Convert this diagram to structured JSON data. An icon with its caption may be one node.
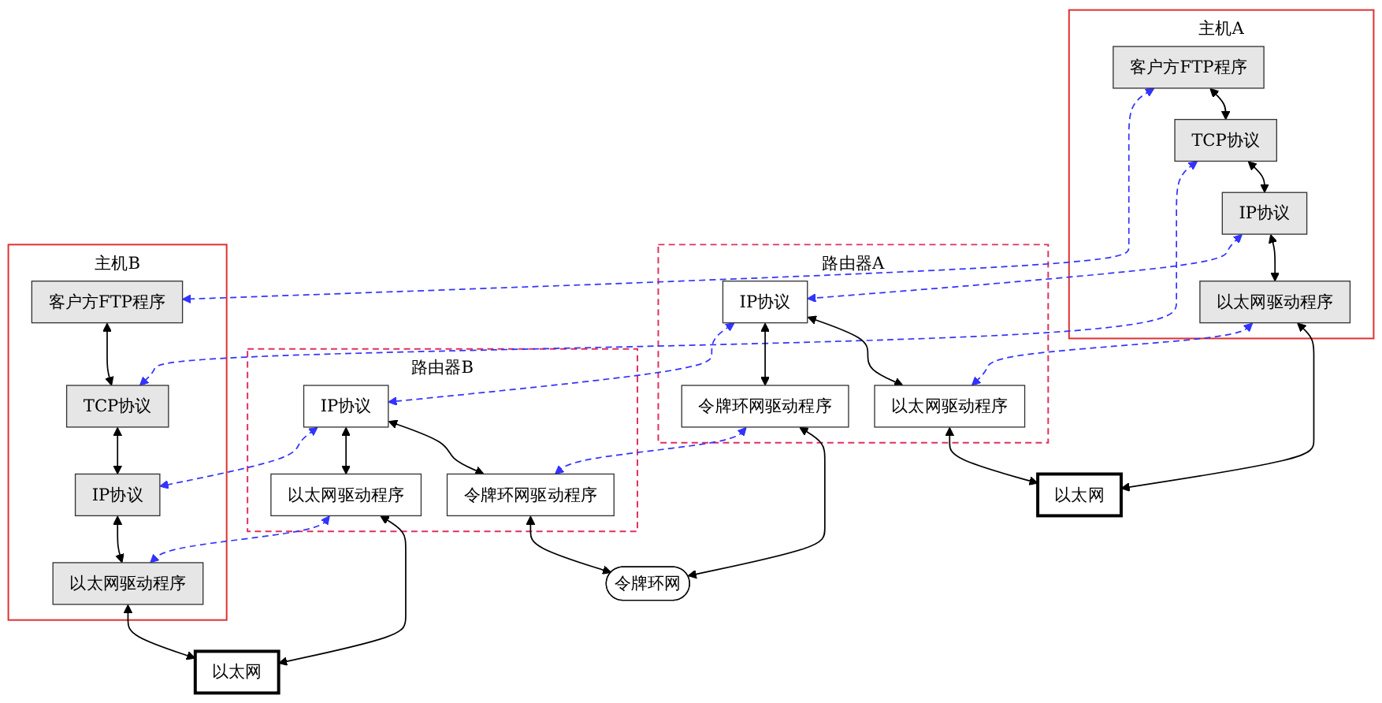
{
  "diagram": {
    "nodes": [
      {
        "text": [
          "主机A"
        ]
      },
      {
        "text": [
          "客户方FTP程序"
        ],
        "in": 0
      },
      {
        "text": [
          "TCP协议"
        ],
        "in": 0
      },
      {
        "text": [
          "IP协议"
        ],
        "in": 0
      },
      {
        "text": [
          "以太网驱动程序"
        ],
        "in": 0
      },
      {
        "text": [
          "路由器A"
        ]
      },
      {
        "text": [
          "IP协议"
        ],
        "in": 5
      },
      {
        "text": [
          "以太网驱动程序"
        ],
        "in": 5
      },
      {
        "text": [
          "令牌环网驱动程序"
        ],
        "in": 5
      },
      {
        "text": [
          "路由器B"
        ]
      },
      {
        "text": [
          "IP协议"
        ],
        "in": 9
      },
      {
        "text": [
          "令牌环网驱动程序"
        ],
        "in": 9
      },
      {
        "text": [
          "以太网驱动程序"
        ],
        "in": 9
      },
      {
        "text": [
          "主机B"
        ]
      },
      {
        "text": [
          "客户方FTP程序"
        ],
        "in": 13
      },
      {
        "text": [
          "TCP协议"
        ],
        "in": 13
      },
      {
        "text": [
          "IP协议"
        ],
        "in": 13
      },
      {
        "text": [
          "以太网驱动程序"
        ],
        "in": 13
      },
      {
        "text": [
          "以太网"
        ]
      },
      {
        "text": [
          "令牌环网"
        ]
      },
      {
        "text": [
          "以太网"
        ]
      }
    ],
    "edges": [
      {
        "from": 1,
        "to": 2,
        "arrow": "both"
      },
      {
        "from": 2,
        "to": 3,
        "arrow": "both"
      },
      {
        "from": 3,
        "to": 4,
        "arrow": "both"
      },
      {
        "from": 4,
        "to": 18,
        "arrow": "both"
      },
      {
        "from": 1,
        "to": 14,
        "arrow": "both",
        "style": "dashed",
        "color": "#3333ff"
      },
      {
        "from": 2,
        "to": 15,
        "arrow": "both",
        "style": "dashed",
        "color": "#3333ff"
      },
      {
        "from": 3,
        "to": 6,
        "arrow": "both",
        "style": "dashed",
        "color": "#3333ff"
      },
      {
        "from": 4,
        "to": 7,
        "arrow": "both",
        "style": "dashed",
        "color": "#3333ff"
      },
      {
        "from": 6,
        "to": 7,
        "arrow": "both"
      },
      {
        "from": 6,
        "to": 8,
        "arrow": "both"
      },
      {
        "from": 7,
        "to": 18,
        "arrow": "both"
      },
      {
        "from": 8,
        "to": 19,
        "arrow": "both"
      },
      {
        "from": 6,
        "to": 10,
        "arrow": "both",
        "style": "dashed",
        "color": "#3333ff"
      },
      {
        "from": 8,
        "to": 11,
        "arrow": "both",
        "style": "dashed",
        "color": "#3333ff"
      },
      {
        "from": 10,
        "to": 11,
        "arrow": "both"
      },
      {
        "from": 10,
        "to": 12,
        "arrow": "both"
      },
      {
        "from": 11,
        "to": 19,
        "arrow": "both"
      },
      {
        "from": 12,
        "to": 20,
        "arrow": "both"
      },
      {
        "from": 10,
        "to": 16,
        "arrow": "both",
        "style": "dashed",
        "color": "#3333ff"
      },
      {
        "from": 12,
        "to": 17,
        "arrow": "both",
        "style": "dashed",
        "color": "#3333ff"
      },
      {
        "from": 14,
        "to": 15,
        "arrow": "both"
      },
      {
        "from": 15,
        "to": 16,
        "arrow": "both"
      },
      {
        "from": 16,
        "to": 17,
        "arrow": "both"
      },
      {
        "from": 17,
        "to": 20,
        "arrow": "both"
      }
    ]
  }
}
